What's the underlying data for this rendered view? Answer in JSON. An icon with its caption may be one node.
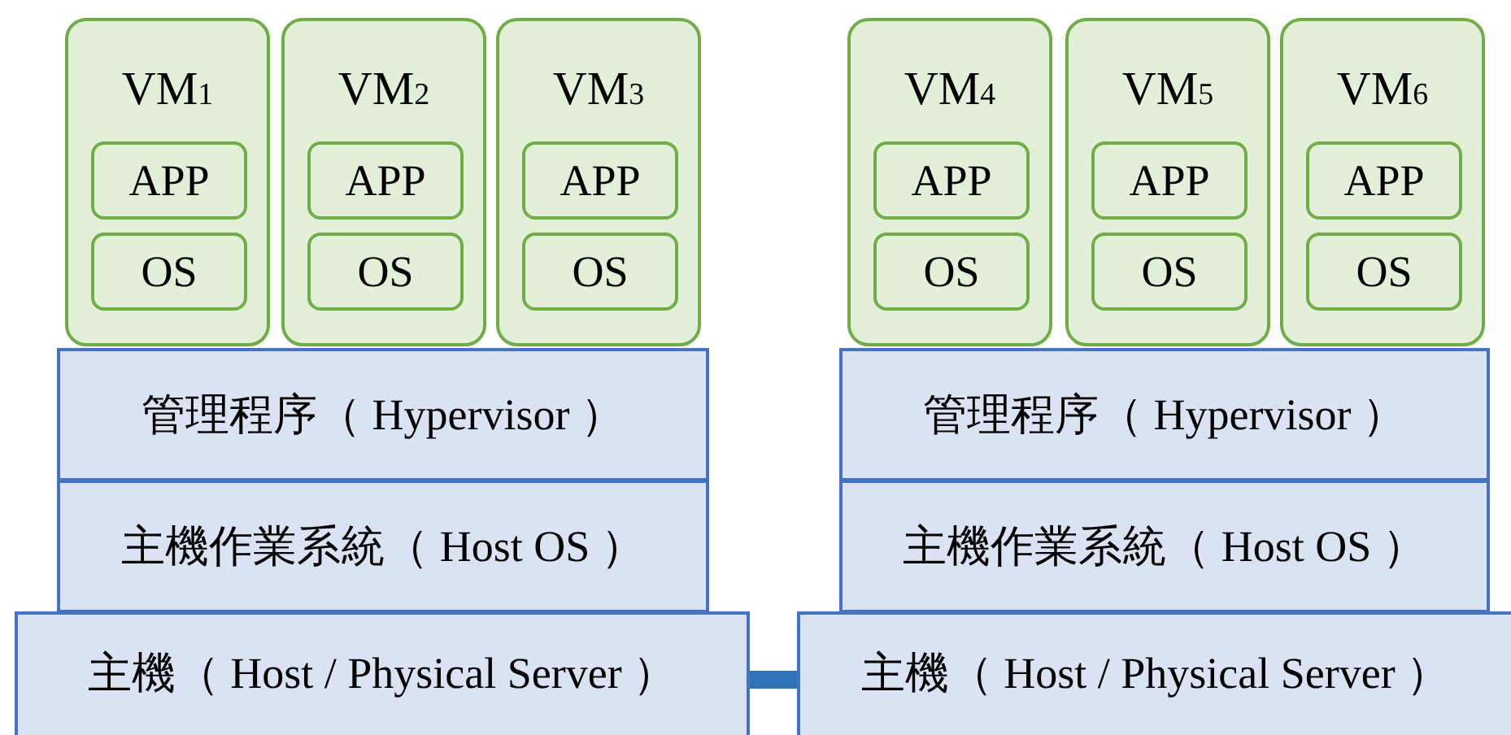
{
  "diagram": {
    "nodes": [
      {
        "text": [
          "VM$_{1}$"
        ]
      },
      {
        "text": [
          "APP"
        ],
        "in": 0
      },
      {
        "text": [
          "OS"
        ],
        "in": 0
      },
      {
        "text": [
          "VM$_{2}$"
        ]
      },
      {
        "text": [
          "APP"
        ],
        "in": 3
      },
      {
        "text": [
          "OS"
        ],
        "in": 3
      },
      {
        "text": [
          "VM$_{3}$"
        ]
      },
      {
        "text": [
          "APP"
        ],
        "in": 6
      },
      {
        "text": [
          "OS"
        ],
        "in": 6
      },
      {
        "text": [
          "VM$_{4}$"
        ]
      },
      {
        "text": [
          "APP"
        ],
        "in": 9
      },
      {
        "text": [
          "OS"
        ],
        "in": 9
      },
      {
        "text": [
          "VM$_{5}$"
        ]
      },
      {
        "text": [
          "APP"
        ],
        "in": 12
      },
      {
        "text": [
          "OS"
        ],
        "in": 12
      },
      {
        "text": [
          "VM$_{6}$"
        ]
      },
      {
        "text": [
          "APP"
        ],
        "in": 15
      },
      {
        "text": [
          "OS"
        ],
        "in": 15
      },
      {
        "text": [
          "管理程序（ Hypervisor ）"
        ]
      },
      {
        "text": [
          "管理程序（ Hypervisor ）"
        ]
      },
      {
        "text": [
          "主機作業系統（ Host OS ）"
        ]
      },
      {
        "text": [
          "主機作業系統（ Host OS ）"
        ]
      },
      {
        "text": [
          "主機（ Host / Physical Server ）"
        ]
      },
      {
        "text": [
          "主機（ Host / Physical Server ）"
        ]
      }
    ],
    "edges": [
      {
        "from": 22,
        "to": 23,
        "arrow": "none"
      }
    ]
  }
}
